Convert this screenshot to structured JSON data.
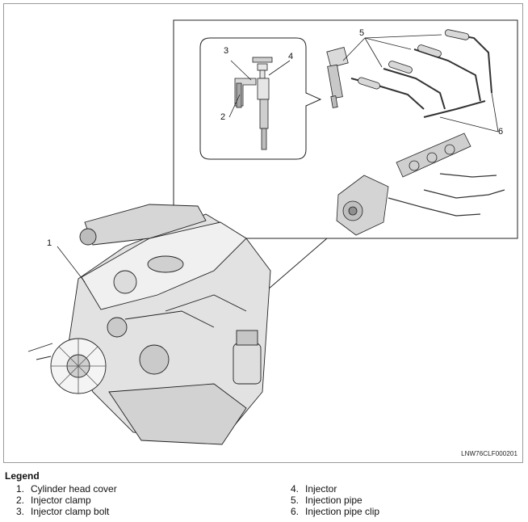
{
  "figure": {
    "id": "LNW76CLF000201",
    "callouts": [
      "1",
      "2",
      "3",
      "4",
      "5",
      "6"
    ]
  },
  "legend": {
    "title": "Legend",
    "items": [
      {
        "num": "1.",
        "label": "Cylinder head cover"
      },
      {
        "num": "2.",
        "label": "Injector clamp"
      },
      {
        "num": "3.",
        "label": "Injector clamp bolt"
      },
      {
        "num": "4.",
        "label": "Injector"
      },
      {
        "num": "5.",
        "label": "Injection pipe"
      },
      {
        "num": "6.",
        "label": "Injection pipe clip"
      }
    ]
  }
}
